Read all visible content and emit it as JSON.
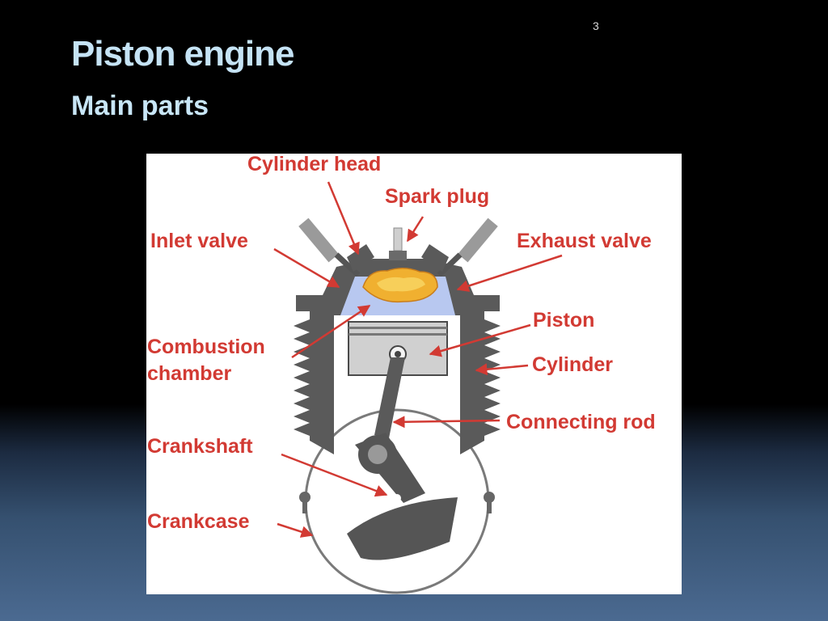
{
  "slide": {
    "number": "3",
    "title": "Piston engine",
    "subtitle": "Main parts"
  },
  "diagram": {
    "labels": {
      "cylinder_head": "Cylinder head",
      "spark_plug": "Spark plug",
      "inlet_valve": "Inlet valve",
      "exhaust_valve": "Exhaust valve",
      "piston": "Piston",
      "combustion_line1": "Combustion",
      "combustion_line2": "chamber",
      "cylinder": "Cylinder",
      "connecting_rod": "Connecting rod",
      "crankshaft": "Crankshaft",
      "crankcase": "Crankcase"
    },
    "colors": {
      "label": "#d23a33",
      "engine_body": "#555555",
      "combustion": "#b8c8f0",
      "flame": "#f0b030"
    }
  }
}
